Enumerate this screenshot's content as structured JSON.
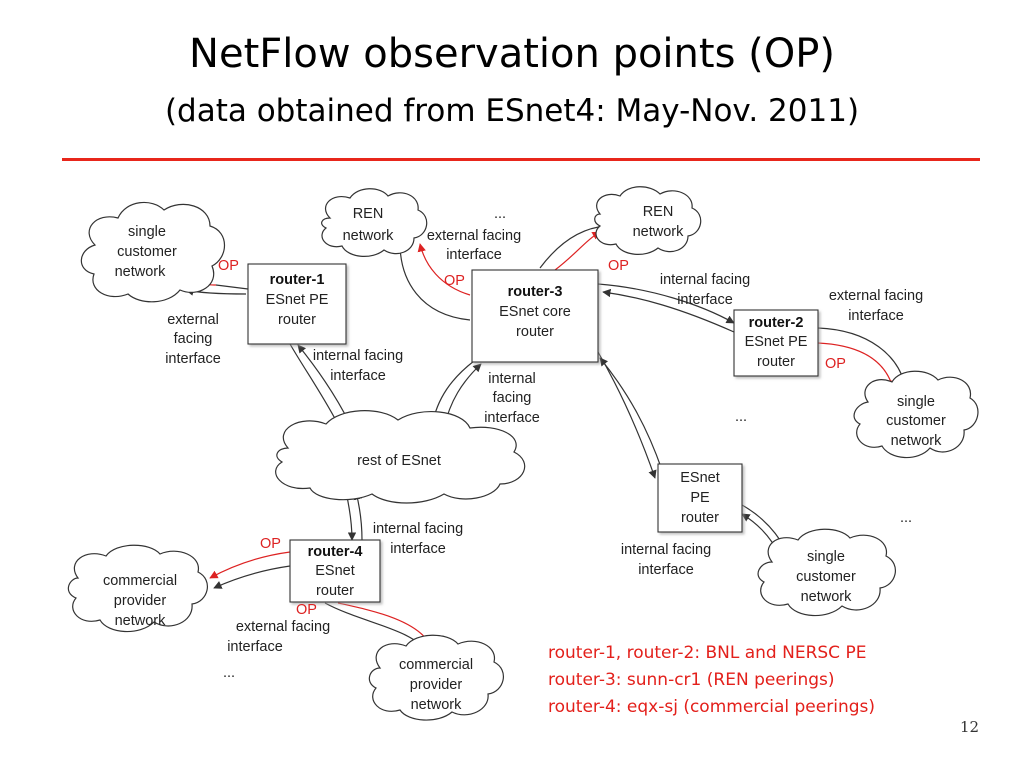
{
  "slide": {
    "title": "NetFlow observation points (OP)",
    "subtitle": "(data obtained from ESnet4: May-Nov. 2011)",
    "number": "12"
  },
  "legend": [
    "router-1, router-2: BNL and NERSC PE",
    "router-3: sunn-cr1 (REN peerings)",
    "router-4: eqx-sj (commercial peerings)"
  ],
  "diagram": {
    "routers": {
      "router1": [
        "router-1",
        "ESnet PE",
        "router"
      ],
      "router2": [
        "router-2",
        "ESnet PE",
        "router"
      ],
      "router3": [
        "router-3",
        "ESnet core",
        "router"
      ],
      "router4": [
        "router-4",
        "ESnet",
        "router"
      ],
      "pe": [
        "ESnet",
        "PE",
        "router"
      ]
    },
    "clouds": {
      "customer_top_left": [
        "single",
        "customer",
        "network"
      ],
      "ren_left": [
        "REN",
        "network"
      ],
      "ren_right": [
        "REN",
        "network"
      ],
      "customer_right": [
        "single",
        "customer",
        "network"
      ],
      "rest": "rest of ESnet",
      "customer_bottom_right": [
        "single",
        "customer",
        "network"
      ],
      "commercial_left": [
        "commercial",
        "provider",
        "network"
      ],
      "commercial_bottom": [
        "commercial",
        "provider",
        "network"
      ]
    },
    "labels": {
      "ext_r1": [
        "external",
        "facing",
        "interface"
      ],
      "int_r1": [
        "internal facing",
        "interface"
      ],
      "ext_r3": [
        "external facing",
        "interface"
      ],
      "int_r3_top": [
        "internal facing",
        "interface"
      ],
      "int_r3_left": [
        "internal",
        "facing",
        "interface"
      ],
      "ext_r2": [
        "external facing",
        "interface"
      ],
      "int_r4": [
        "internal facing",
        "interface"
      ],
      "ext_r4": [
        "external facing",
        "interface"
      ],
      "int_pe": [
        "internal facing",
        "interface"
      ]
    },
    "op_label": "OP",
    "ellipsis": "..."
  },
  "colors": {
    "accent": "#e8261b",
    "op": "#dd2222",
    "legend_text": "#e3201b"
  }
}
